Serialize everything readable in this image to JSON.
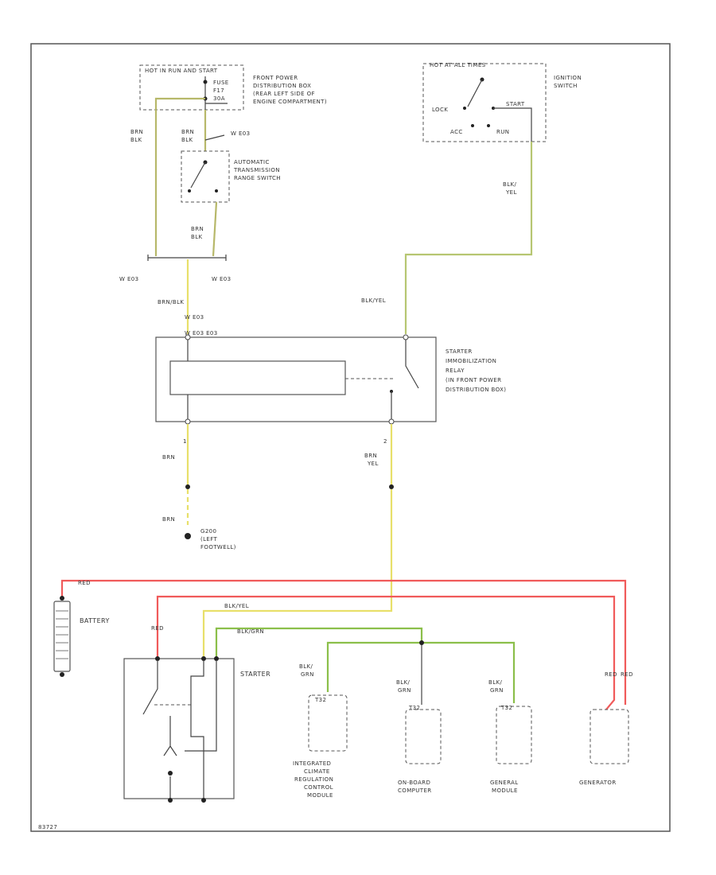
{
  "colors": {
    "wire_yellow": "#e8e06a",
    "wire_green": "#8bbf4a",
    "wire_red": "#f05a5a",
    "wire_olive": "#b7b86a",
    "ink": "#333333"
  },
  "labels": {
    "hot_run_start": "HOT IN RUN AND START",
    "fuse": "FUSE",
    "fuse_no": "F17",
    "fuse_amp": "30A",
    "front_power_1": "FRONT POWER",
    "front_power_2": "DISTRIBUTION BOX",
    "front_power_3": "(REAR LEFT SIDE OF",
    "front_power_4": "ENGINE COMPARTMENT)",
    "hot_at_all_times": "HOT AT ALL TIMES",
    "ign_1": "IGNITION",
    "ign_2": "SWITCH",
    "lock": "LOCK",
    "start": "START",
    "acc": "ACC",
    "run": "RUN",
    "wire_brn_blk_l1": "BRN",
    "wire_brn_blk_l2": "BLK",
    "wire_brn_blk_m1": "BRN",
    "wire_brn_blk_m2": "BLK",
    "w_e03_a": "W E03",
    "trs_1": "AUTOMATIC",
    "trs_2": "TRANSMISSION",
    "trs_3": "RANGE SWITCH",
    "blk_yel_1": "BLK/",
    "blk_yel_2": "YEL",
    "brn_blk_lower_1": "BRN",
    "brn_blk_lower_2": "BLK",
    "w_e03_b": "W E03",
    "w_e03_c": "W E03",
    "brn_blk_slash": "BRN/BLK",
    "w_e03_d": "W E03",
    "w_e03_e": "W E03 E03",
    "blk_yel_slash": "BLK/YEL",
    "relay_1": "STARTER",
    "relay_2": "IMMOBILIZATION",
    "relay_3": "RELAY",
    "relay_4": "(IN FRONT POWER",
    "relay_5": "DISTRIBUTION BOX)",
    "pin_1": "1",
    "brn_a": "BRN",
    "pin_2": "2",
    "brn_yel_1": "BRN",
    "brn_yel_2": "YEL",
    "brn_b": "BRN",
    "g200": "G200",
    "g200_2": "(LEFT",
    "g200_3": "FOOTWELL)",
    "red": "RED",
    "battery": "BATTERY",
    "red_v": "RED",
    "blk_yel_h": "BLK/YEL",
    "blk_grn_h": "BLK/GRN",
    "starter": "STARTER",
    "blk_grn_1a": "BLK/",
    "blk_grn_1b": "GRN",
    "blk_grn_2a": "BLK/",
    "blk_grn_2b": "GRN",
    "blk_grn_3a": "BLK/",
    "blk_grn_3b": "GRN",
    "red_gen_1": "RED",
    "red_gen_2": "RED",
    "pin_a": "T32",
    "pin_b": "T32",
    "pin_c": "T32",
    "icrcm_1": "INTEGRATED",
    "icrcm_2": "CLIMATE",
    "icrcm_3": "REGULATION",
    "icrcm_4": "CONTROL",
    "icrcm_5": "MODULE",
    "obc_1": "ON-BOARD",
    "obc_2": "COMPUTER",
    "gm_1": "GENERAL",
    "gm_2": "MODULE",
    "generator": "GENERATOR",
    "footer_code": "83727"
  }
}
